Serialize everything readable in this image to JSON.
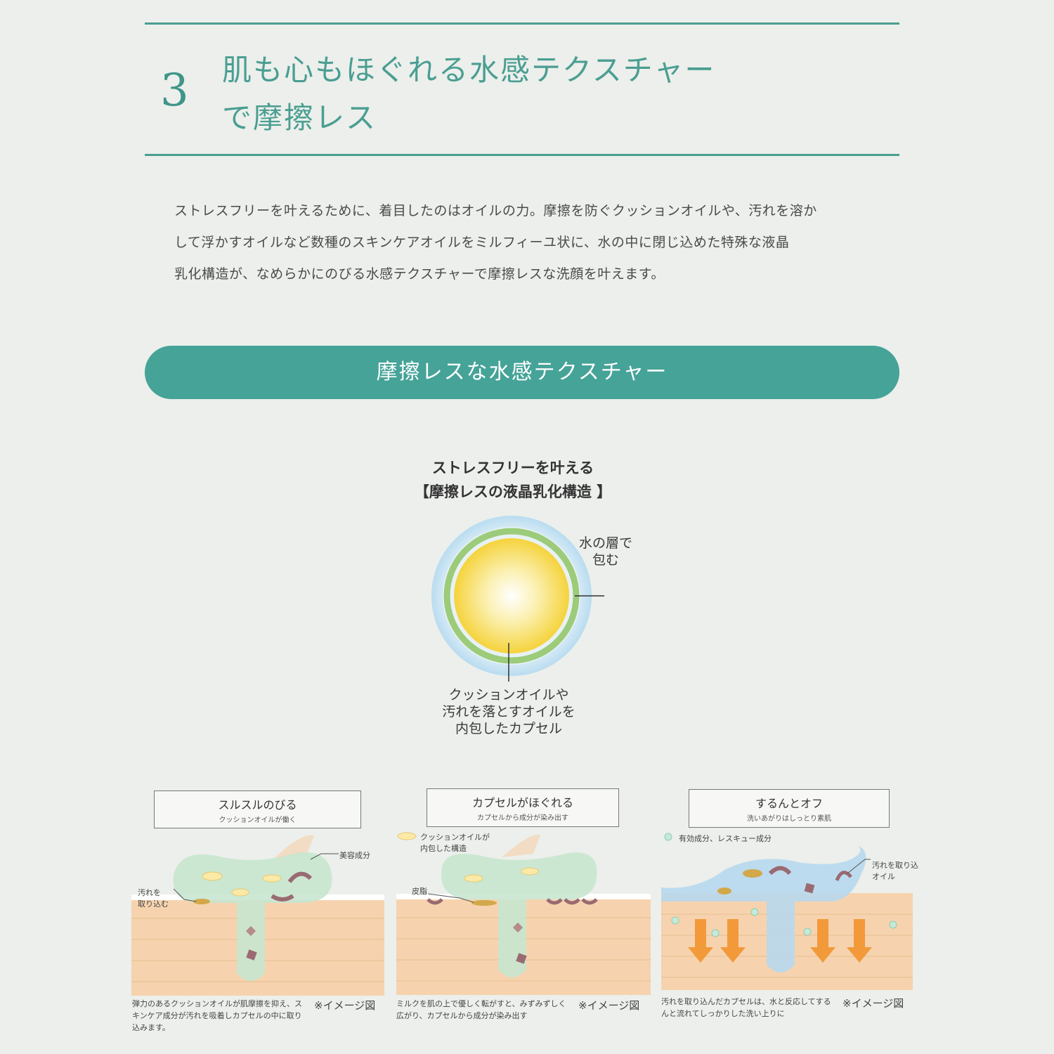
{
  "header": {
    "number": "3",
    "title_line1": "肌も心もほぐれる水感テクスチャー",
    "title_line2": "で摩擦レス"
  },
  "body_text": [
    "ストレスフリーを叶えるために、着目したのはオイルの力。摩擦を防ぐクッションオイルや、汚れを溶か",
    "して浮かすオイルなど数種のスキンケアオイルをミルフィーユ状に、水の中に閉じ込めた特殊な液晶",
    "乳化構造が、なめらかにのびる水感テクスチャーで摩擦レスな洗顔を叶えます。"
  ],
  "banner": {
    "label": "摩擦レスな水感テクスチャー"
  },
  "structure": {
    "title_line1": "ストレスフリーを叶える",
    "title_line2": "【摩擦レスの液晶乳化構造 】",
    "water_label_line1": "水の層で",
    "water_label_line2": "包む",
    "capsule_label_line1": "クッションオイルや",
    "capsule_label_line2": "汚れを落とすオイルを",
    "capsule_label_line3": "内包したカプセル"
  },
  "steps": [
    {
      "title": "スルスルのびる",
      "subtitle": "クッションオイルが働く",
      "labels": {
        "a": "美容成分",
        "b1": "汚れを",
        "b2": "取り込む"
      },
      "caption": "弾力のあるクッションオイルが肌摩擦を抑え、スキンケア成分が汚れを吸着しカプセルの中に取り込みます。",
      "note": "※イメージ図"
    },
    {
      "title": "カプセルがほぐれる",
      "subtitle": "カプセルから成分が染み出す",
      "labels": {
        "legend1": "クッションオイルが",
        "legend2": "内包した構造",
        "a": "皮脂"
      },
      "caption": "ミルクを肌の上で優しく転がすと、みずみずしく広がり、カプセルから成分が染み出す",
      "note": "※イメージ図"
    },
    {
      "title": "するんとオフ",
      "subtitle": "洗いあがりはしっとり素肌",
      "labels": {
        "legend1": "有効成分、レスキュー成分",
        "a1": "汚れを取り込",
        "a2": "オイル"
      },
      "caption": "汚れを取り込んだカプセルは、水と反応してするんと流れてしっかりした洗い上りに",
      "note": "※イメージ図"
    }
  ],
  "colors": {
    "accent": "#45a398",
    "skin": "#f6d3ae",
    "capsule": "#f5d94a",
    "water": "#b8ddf0",
    "ring": "#9ccb7a"
  }
}
